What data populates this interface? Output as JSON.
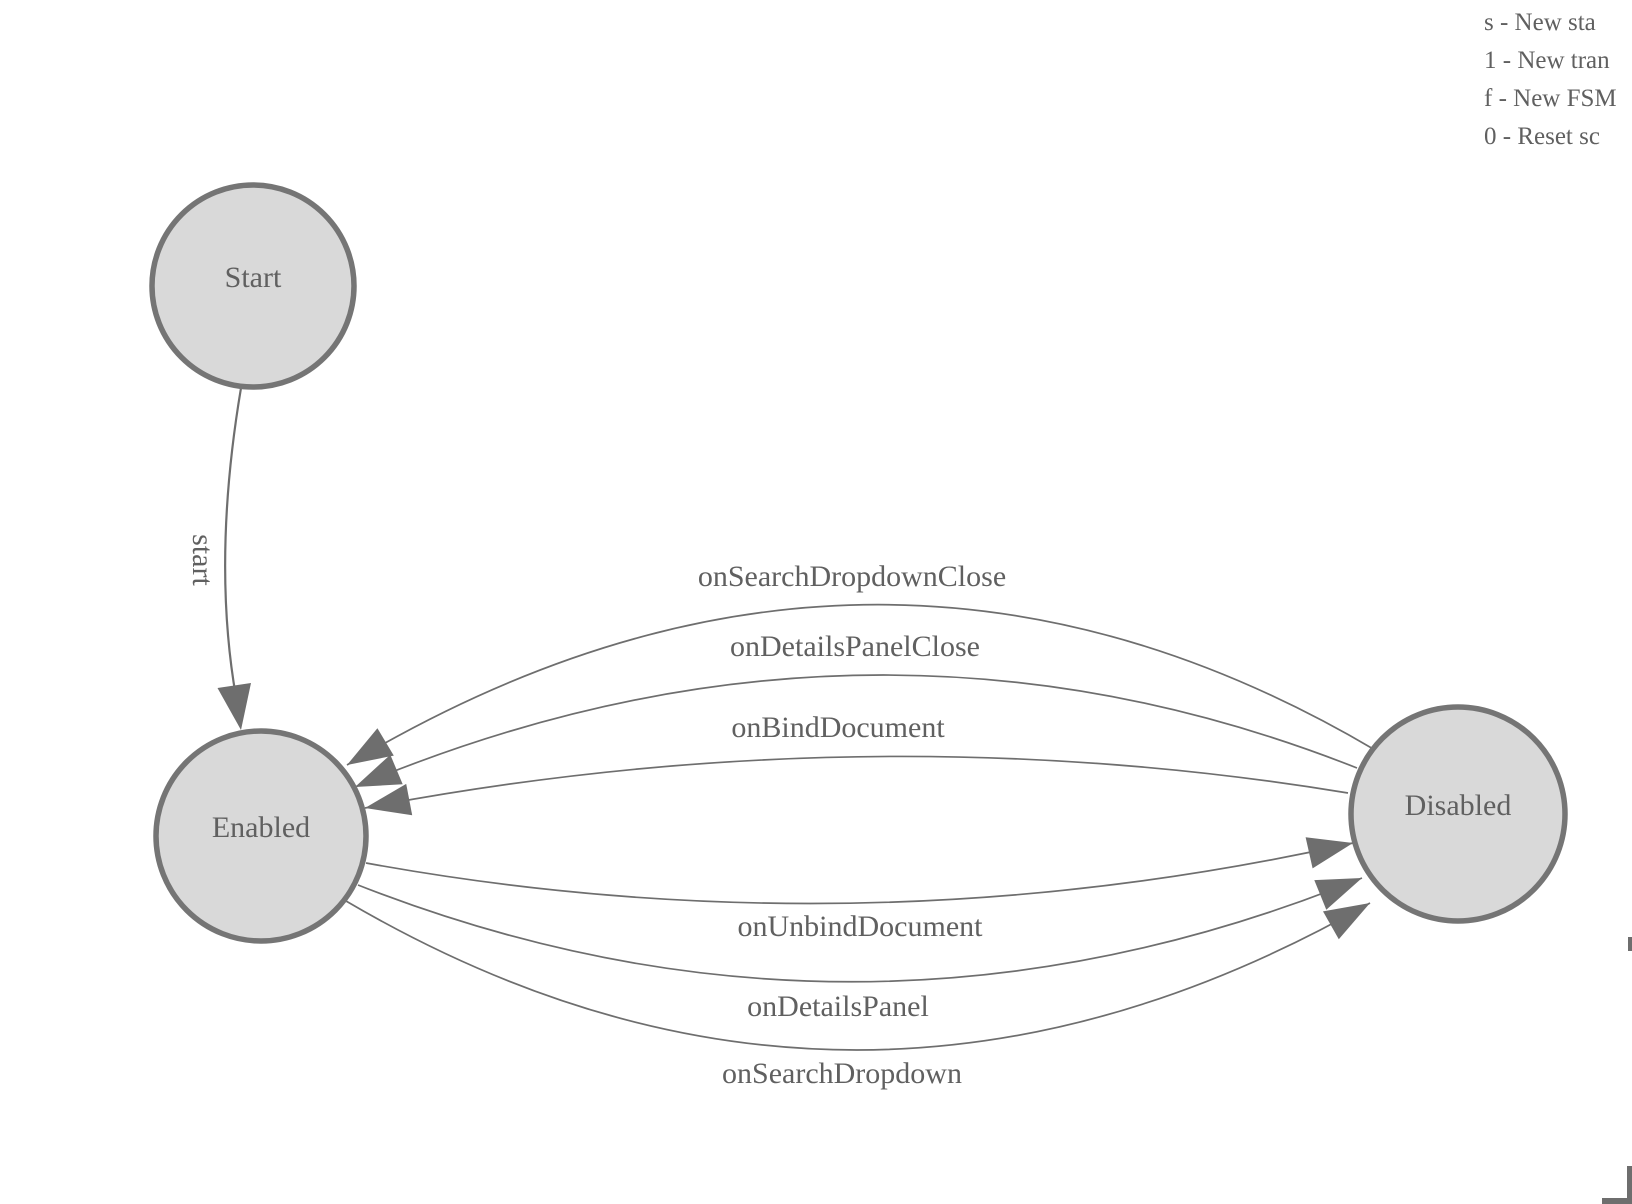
{
  "colors": {
    "state_fill": "#d9d9d9",
    "state_border": "#757575",
    "edge_stroke": "#6e6e6e",
    "arrow_fill": "#6e6e6e",
    "text": "#606060",
    "background": "#ffffff"
  },
  "legend": {
    "lines": [
      "s - New sta",
      "1 - New tran",
      "f - New FSM",
      "0 - Reset sc"
    ]
  },
  "diagram": {
    "type": "fsm-state-diagram",
    "states": [
      {
        "label": "Start"
      },
      {
        "label": "Enabled"
      },
      {
        "label": "Disabled"
      }
    ],
    "transitions": [
      {
        "label": "start",
        "from": "Start",
        "to": "Enabled"
      },
      {
        "label": "onSearchDropdownClose",
        "from": "Disabled",
        "to": "Enabled"
      },
      {
        "label": "onDetailsPanelClose",
        "from": "Disabled",
        "to": "Enabled"
      },
      {
        "label": "onBindDocument",
        "from": "Disabled",
        "to": "Enabled"
      },
      {
        "label": "onUnbindDocument",
        "from": "Enabled",
        "to": "Disabled"
      },
      {
        "label": "onDetailsPanel",
        "from": "Enabled",
        "to": "Disabled"
      },
      {
        "label": "onSearchDropdown",
        "from": "Enabled",
        "to": "Disabled"
      }
    ]
  }
}
